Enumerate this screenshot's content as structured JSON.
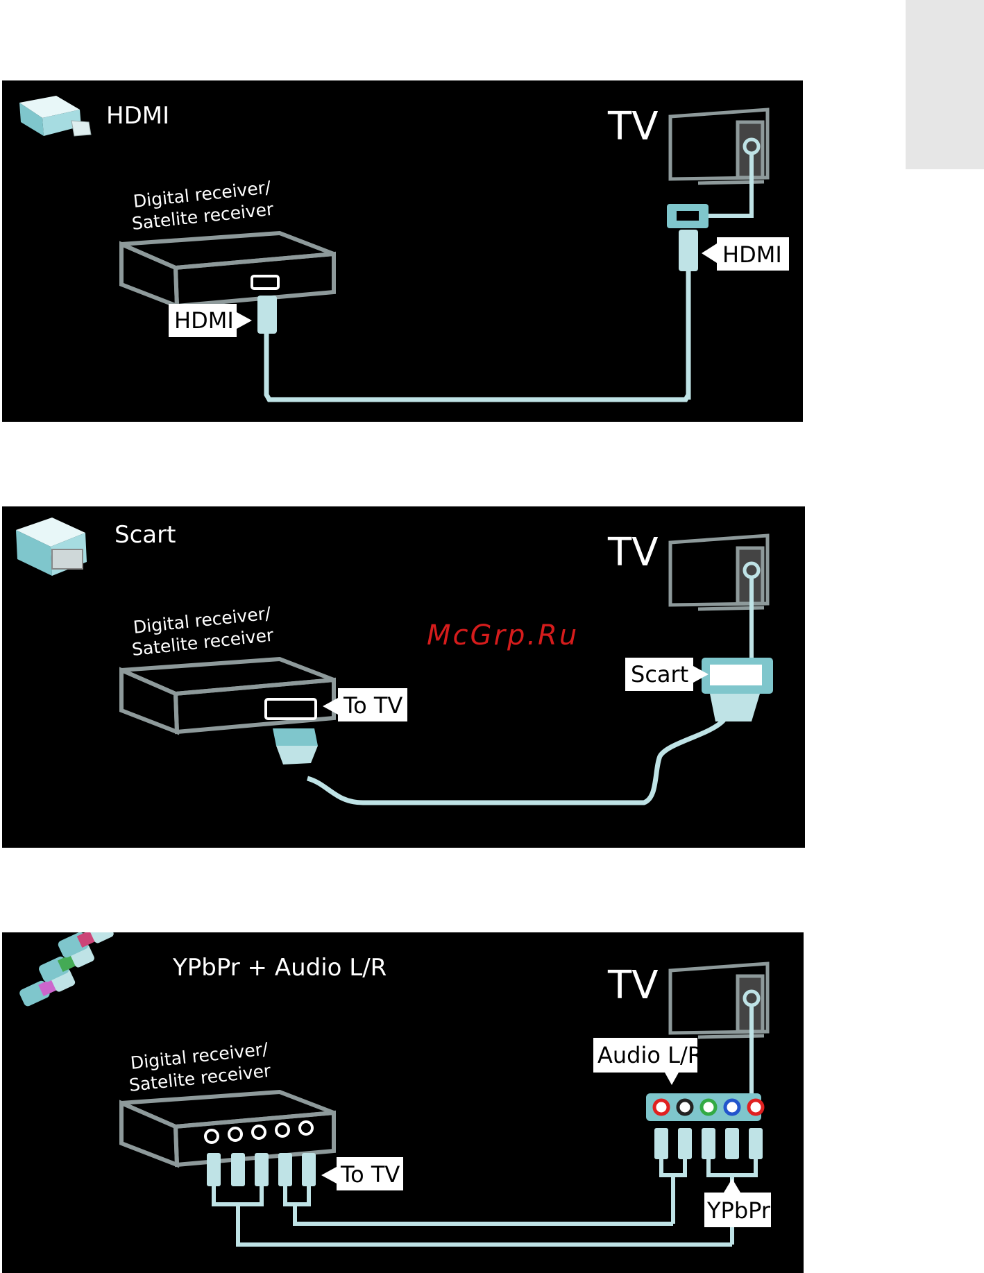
{
  "colors": {
    "background": "#000000",
    "cable": "#bfe3e6",
    "connector": "#7fc6cc",
    "outline": "#8e9a9b",
    "label_bg": "#ffffff",
    "watermark": "#d61c1c"
  },
  "panels": [
    {
      "title": "HDMI",
      "tv_label": "TV",
      "device_label_line1": "Digital receiver/",
      "device_label_line2": "Satelite receiver",
      "device_port_label": "HDMI",
      "tv_port_label": "HDMI",
      "icon": "hdmi-connector-icon"
    },
    {
      "title": "Scart",
      "tv_label": "TV",
      "device_label_line1": "Digital receiver/",
      "device_label_line2": "Satelite receiver",
      "device_port_label": "To TV",
      "tv_port_label": "Scart",
      "icon": "scart-connector-icon"
    },
    {
      "title": "YPbPr + Audio L/R",
      "tv_label": "TV",
      "device_label_line1": "Digital receiver/",
      "device_label_line2": "Satelite receiver",
      "device_port_label": "To TV",
      "tv_audio_label": "Audio L/R",
      "tv_video_label": "YPbPr",
      "icon": "rca-connectors-icon"
    }
  ],
  "watermark": "McGrp.Ru"
}
